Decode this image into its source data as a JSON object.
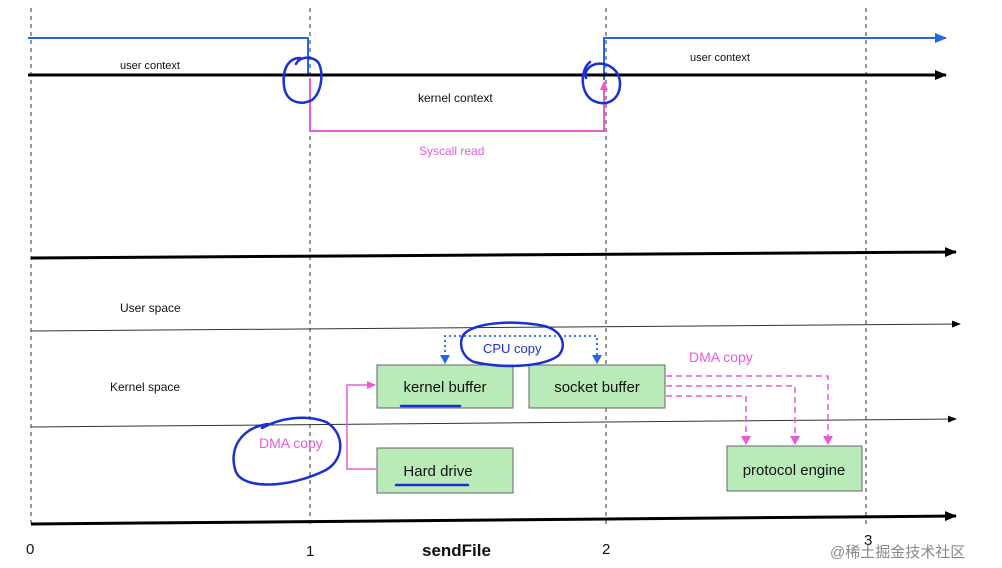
{
  "timeline": {
    "user_context_left": "user context",
    "user_context_right": "user context",
    "kernel_context": "kernel context",
    "syscall_label": "Syscall read"
  },
  "spaces": {
    "user_space": "User space",
    "kernel_space": "Kernel space"
  },
  "boxes": {
    "kernel_buffer": "kernel buffer",
    "socket_buffer": "socket buffer",
    "hard_drive": "Hard drive",
    "protocol_engine": "protocol engine"
  },
  "copies": {
    "dma_copy_top": "DMA copy",
    "cpu_copy": "CPU copy",
    "dma_copy_left": "DMA copy"
  },
  "axis": {
    "tick_0": "0",
    "tick_1": "1",
    "tick_2": "2",
    "tick_3": "3",
    "title": "sendFile"
  },
  "watermark": "@稀土掘金技术社区",
  "colors": {
    "user_line": "#2563eb",
    "syscall": "#e85ad9",
    "box_fill": "#b9ebb8",
    "annotation": "#1a2fd6"
  }
}
